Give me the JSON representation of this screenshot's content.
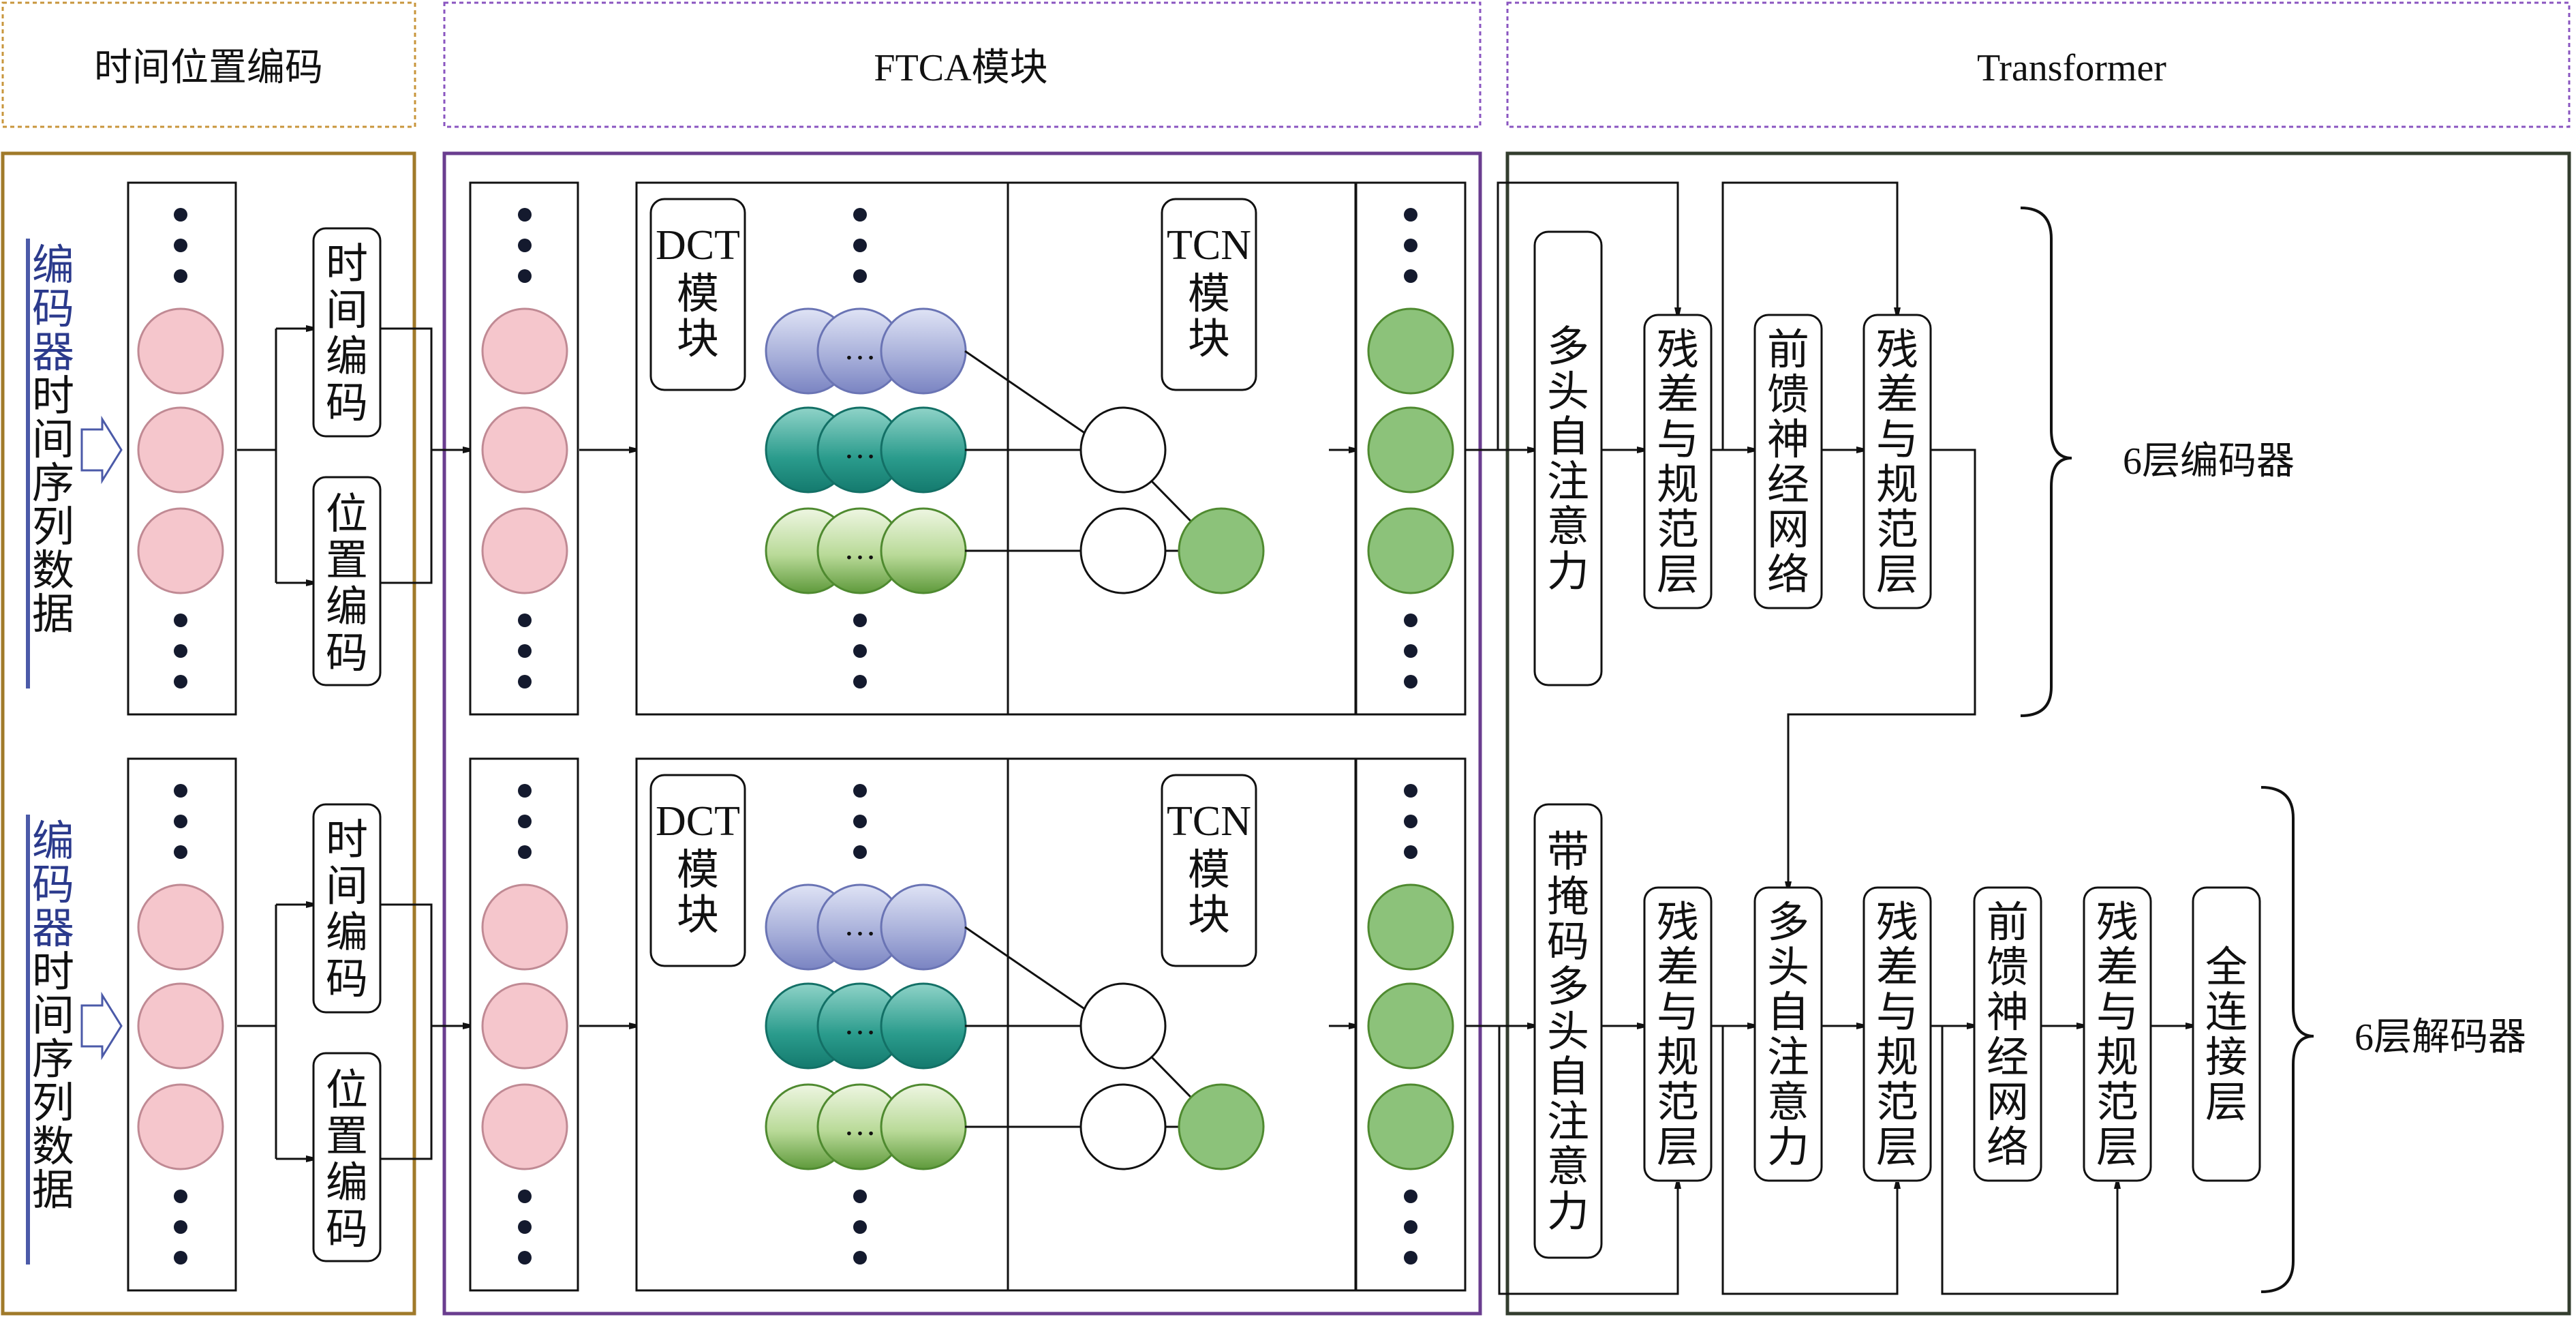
{
  "headers": {
    "pos_encoding": "时间位置编码",
    "ftca": "FTCA模块",
    "transformer": "Transformer"
  },
  "input": {
    "side_label_blue": "编码器",
    "side_label_black": "时间序列数据"
  },
  "encoding_blocks": {
    "time": "时间编码",
    "position": "位置编码"
  },
  "ftca_blocks": {
    "dct": "DCT模块",
    "tcn": "TCN模块",
    "ellipsis": "…"
  },
  "encoder": {
    "items": [
      "多头自注意力",
      "残差与规范层",
      "前馈神经网络",
      "残差与规范层"
    ],
    "brace_label": "6层编码器"
  },
  "decoder": {
    "items": [
      "带掩码多头自注意力",
      "残差与规范层",
      "多头自注意力",
      "残差与规范层",
      "前馈神经网络",
      "残差与规范层",
      "全连接层"
    ],
    "brace_label": "6层解码器"
  },
  "colors": {
    "pink": "#f5c6cc",
    "green": "#8cc27a",
    "purple_frame": "#6a3d8f",
    "gold_frame": "#a07a2a",
    "dark_frame": "#333d2e",
    "blue_text": "#2b3a8c"
  }
}
